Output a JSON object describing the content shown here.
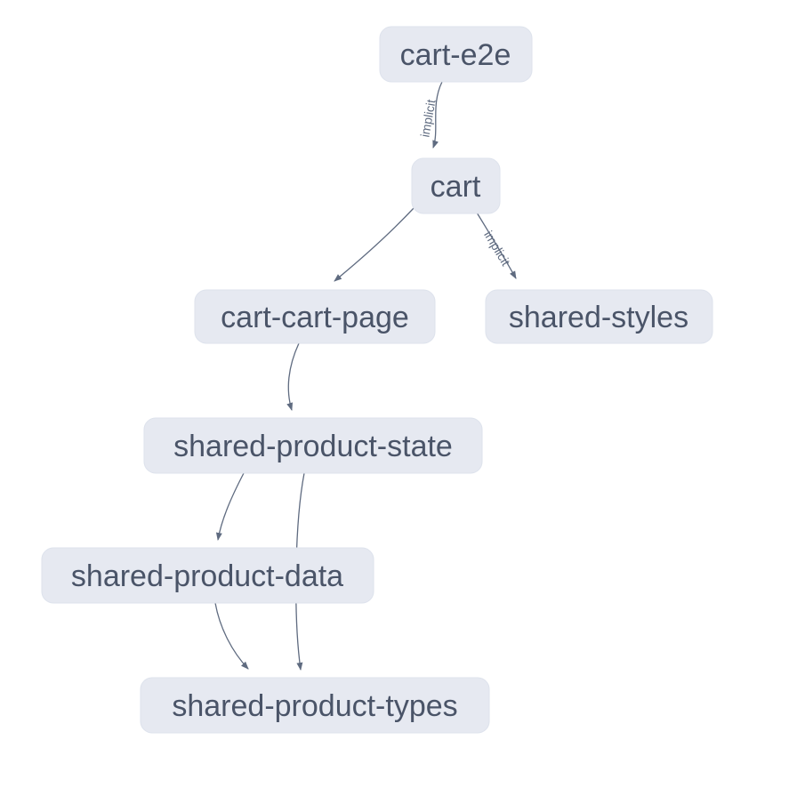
{
  "graph": {
    "nodes": [
      {
        "id": "cart-e2e",
        "label": "cart-e2e"
      },
      {
        "id": "cart",
        "label": "cart"
      },
      {
        "id": "cart-cart-page",
        "label": "cart-cart-page"
      },
      {
        "id": "shared-styles",
        "label": "shared-styles"
      },
      {
        "id": "shared-product-state",
        "label": "shared-product-state"
      },
      {
        "id": "shared-product-data",
        "label": "shared-product-data"
      },
      {
        "id": "shared-product-types",
        "label": "shared-product-types"
      }
    ],
    "edges": [
      {
        "source": "cart-e2e",
        "target": "cart",
        "label": "implicit"
      },
      {
        "source": "cart",
        "target": "cart-cart-page",
        "label": ""
      },
      {
        "source": "cart",
        "target": "shared-styles",
        "label": "implicit"
      },
      {
        "source": "cart-cart-page",
        "target": "shared-product-state",
        "label": ""
      },
      {
        "source": "shared-product-state",
        "target": "shared-product-data",
        "label": ""
      },
      {
        "source": "shared-product-state",
        "target": "shared-product-types",
        "label": ""
      },
      {
        "source": "shared-product-data",
        "target": "shared-product-types",
        "label": ""
      }
    ],
    "colors": {
      "background": "#ffffff",
      "node_fill": "#e6e9f1",
      "node_border": "#dde2ec",
      "node_text": "#4a5468",
      "edge": "#5f6b80"
    }
  }
}
